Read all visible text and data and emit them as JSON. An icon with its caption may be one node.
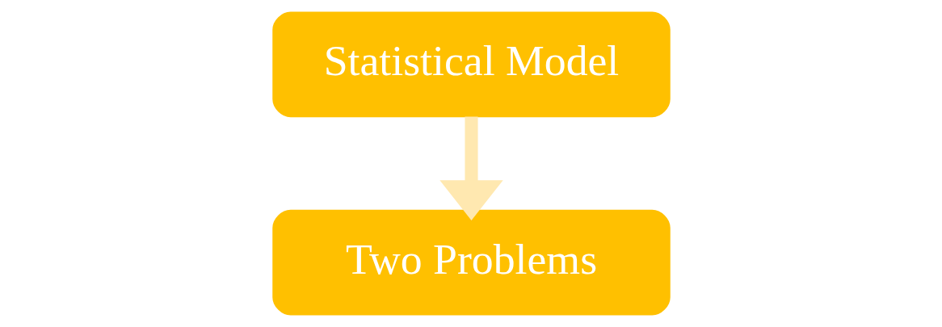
{
  "diagram": {
    "nodes": [
      {
        "text": [
          "Statistical Model"
        ]
      },
      {
        "text": [
          "Two Problems"
        ]
      }
    ],
    "edges": [
      {
        "from": 0,
        "to": 1,
        "arrow": "to",
        "color": "#ffe8b0"
      }
    ]
  }
}
